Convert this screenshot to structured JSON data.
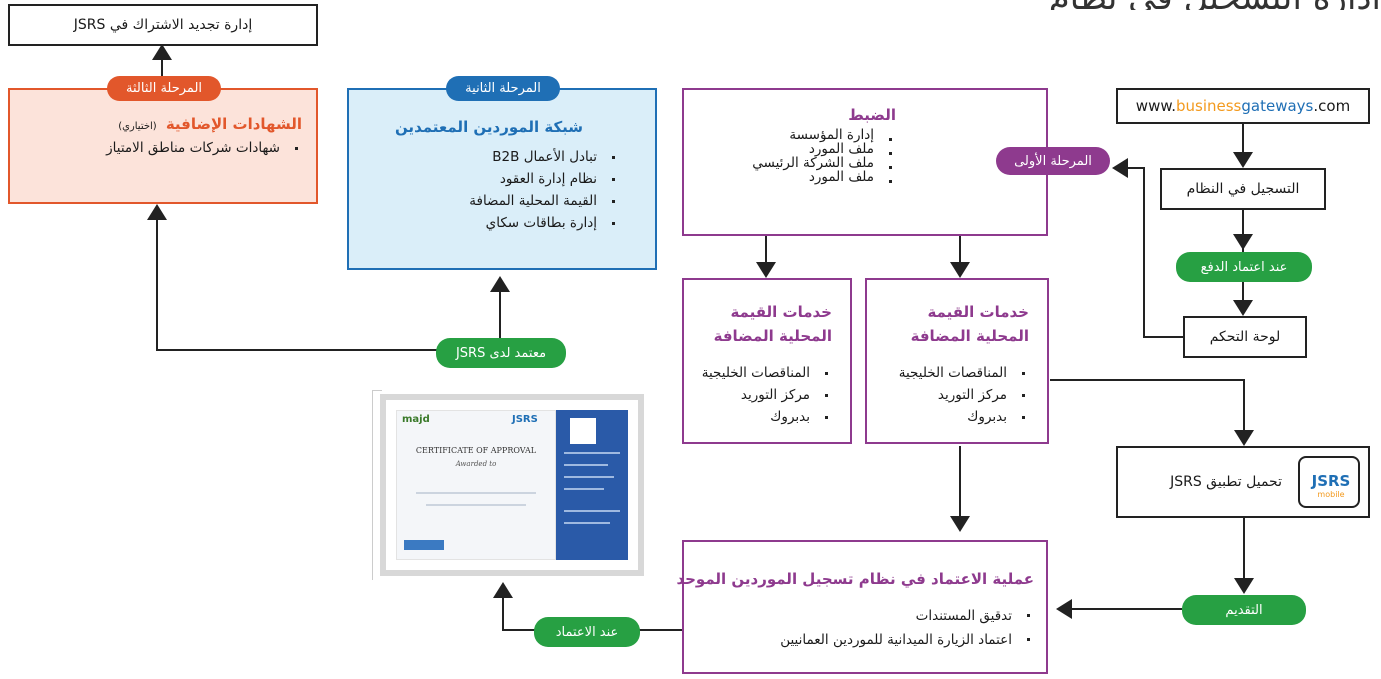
{
  "header_partial": "إدارة التسجيل في نظام",
  "renewal_box": "إدارة تجديد الاشتراك في JSRS",
  "phase3": {
    "label": "المرحلة الثالثة",
    "title": "الشهادات الإضافية",
    "note": "(اختياري)",
    "items": [
      "شهادات شركات مناطق الامتياز"
    ]
  },
  "phase2": {
    "label": "المرحلة الثانية",
    "title": "شبكة الموردين المعتمدين",
    "items": [
      "تبادل الأعمال B2B",
      "نظام إدارة العقود",
      "القيمة المحلية المضافة",
      "إدارة بطاقات سكاي"
    ]
  },
  "control_box": {
    "title": "الضبط",
    "items": [
      "إدارة المؤسسة",
      "ملف المورد",
      "ملف الشركة الرئيسي",
      "ملف المورد"
    ]
  },
  "website": {
    "prefix": "www.",
    "part1": "business",
    "part2": "gateways",
    "suffix": ".com"
  },
  "registration_box": "التسجيل في النظام",
  "phase1_label": "المرحلة الأولى",
  "payment_pill": "عند اعتماد الدفع",
  "dashboard_box": "لوحة التحكم",
  "lvs_left": {
    "title_line1": "خدمات القيمة",
    "title_line2": "المحلية المضافة",
    "items": [
      "المناقصات الخليجية",
      "مركز التوريد",
      "بدبروك"
    ]
  },
  "lvs_right": {
    "title_line1": "خدمات القيمة",
    "title_line2": "المحلية المضافة",
    "items": [
      "المناقصات الخليجية",
      "مركز التوريد",
      "بدبروك"
    ]
  },
  "certified_pill": "معتمد لدى JSRS",
  "certificate": {
    "heading": "CERTIFICATE OF APPROVAL",
    "subheading": "Awarded to",
    "brand_left": "majd",
    "brand_right": "JSRS"
  },
  "app_box": {
    "label": "تحميل تطبيق JSRS",
    "icon_text": "JSRS",
    "icon_sub": "mobile"
  },
  "submit_pill": "التقديم",
  "approval_process": {
    "title": "عملية الاعتماد في نظام تسجيل الموردين الموحد",
    "items": [
      "تدقيق المستندات",
      "اعتماد الزيارة الميدانية للموردين العمانيين"
    ]
  },
  "on_approval_pill": "عند الاعتماد",
  "colors": {
    "green": "#27a043",
    "orange": "#e2572b",
    "blue": "#1f6fb5",
    "purple": "#8e3a8e",
    "phase3_fill": "#fce3da",
    "phase2_fill": "#daeef9"
  }
}
